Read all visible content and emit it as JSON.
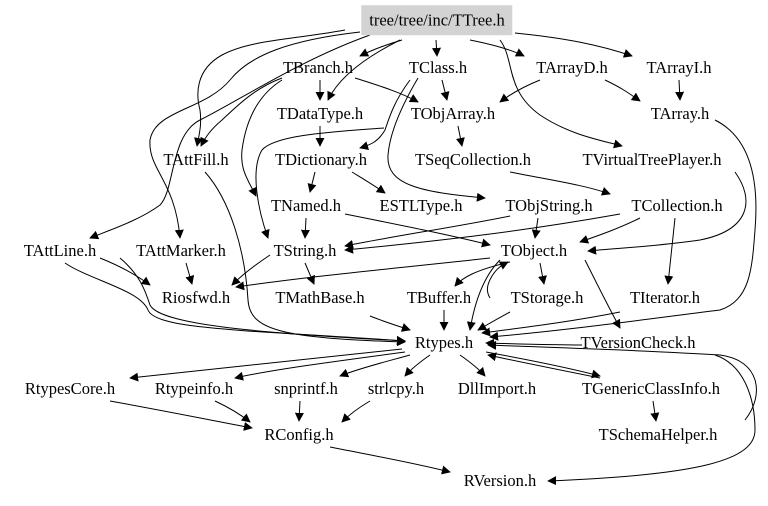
{
  "colors": {
    "edge": "#000000",
    "root_fill": "#d3d3d3",
    "text": "#000000"
  },
  "nodes": {
    "root": "tree/tree/inc/TTree.h",
    "tbranch": "TBranch.h",
    "tclass": "TClass.h",
    "tarrayd": "TArrayD.h",
    "tarrayi": "TArrayI.h",
    "tdatatype": "TDataType.h",
    "tobjarray": "TObjArray.h",
    "tarray": "TArray.h",
    "tattfill": "TAttFill.h",
    "tdictionary": "TDictionary.h",
    "tseqcollection": "TSeqCollection.h",
    "tvirtualtreeplayer": "TVirtualTreePlayer.h",
    "tnamed": "TNamed.h",
    "estltype": "ESTLType.h",
    "tobjstring": "TObjString.h",
    "tcollection": "TCollection.h",
    "tattline": "TAttLine.h",
    "tattmarker": "TAttMarker.h",
    "tstring": "TString.h",
    "tobject": "TObject.h",
    "riosfwd": "Riosfwd.h",
    "tmathbase": "TMathBase.h",
    "tbuffer": "TBuffer.h",
    "tstorage": "TStorage.h",
    "titerator": "TIterator.h",
    "rtypes": "Rtypes.h",
    "tversioncheck": "TVersionCheck.h",
    "rtypescore": "RtypesCore.h",
    "rtypeinfo": "Rtypeinfo.h",
    "snprintf": "snprintf.h",
    "strlcpy": "strlcpy.h",
    "dllimport": "DllImport.h",
    "tgenericclassinfo": "TGenericClassInfo.h",
    "rconfig": "RConfig.h",
    "tschemahelper": "TSchemaHelper.h",
    "rversion": "RVersion.h"
  }
}
